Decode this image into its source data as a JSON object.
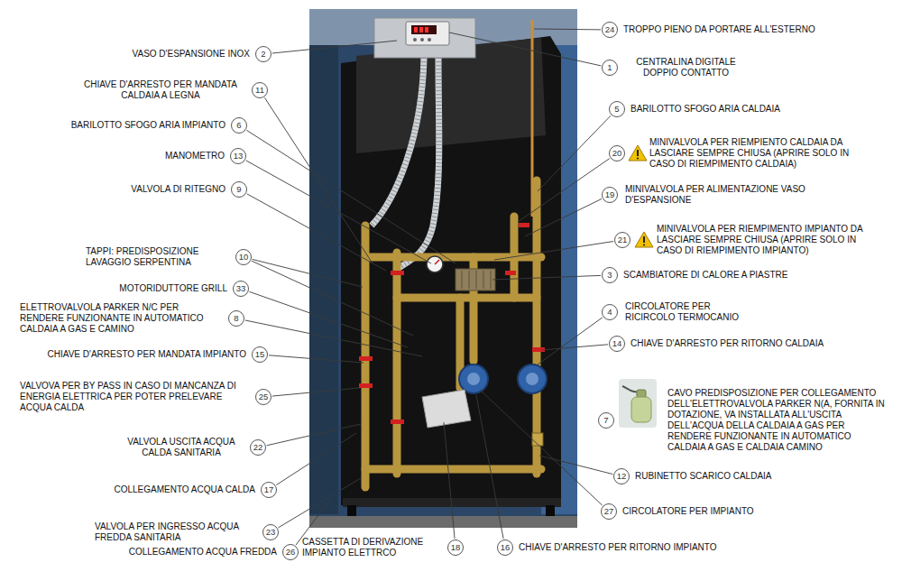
{
  "diagram": {
    "nodes": [
      {
        "text": [
          "24",
          "TROPPO PIENO DA PORTARE ALL'ESTERNO"
        ]
      },
      {
        "text": [
          "VASO D'ESPANSIONE INOX",
          "2"
        ]
      },
      {
        "text": [
          "1",
          "CENTRALINA DIGITALE DOPPIO CONTATTO"
        ]
      },
      {
        "text": [
          "CHIAVE D'ARRESTO PER MANDATA CALDAIA A LEGNA",
          "11"
        ]
      },
      {
        "text": [
          "5",
          "BARILOTTO SFOGO ARIA CALDAIA"
        ]
      },
      {
        "text": [
          "BARILOTTO SFOGO ARIA IMPIANTO",
          "6"
        ]
      },
      {
        "text": [
          "20",
          "MINIVALVOLA PER RIEMPIENTO CALDAIA DA LASCIARE SEMPRE CHIUSA (APRIRE SOLO IN CASO DI RIEMPIMENTO CALDAIA)"
        ]
      },
      {
        "text": [
          "MANOMETRO",
          "13"
        ]
      },
      {
        "text": [
          "VALVOLA DI RITEGNO",
          "9"
        ]
      },
      {
        "text": [
          "19",
          "MINIVALVOLA PER ALIMENTAZIONE VASO D'ESPANSIONE"
        ]
      },
      {
        "text": [
          "21",
          "MINIVALVOLA PER RIEMPIMENTO IMPIANTO DA LASCIARE SEMPRE CHIUSA (APRIRE SOLO IN CASO DI RIEMPIMENTO IMPIANTO)"
        ]
      },
      {
        "text": [
          "TAPPI: PREDISPOSIZIONE LAVAGGIO SERPENTINA",
          "10"
        ]
      },
      {
        "text": [
          "3",
          "SCAMBIATORE DI CALORE A PIASTRE"
        ]
      },
      {
        "text": [
          "MOTORIDUTTORE GRILL",
          "33"
        ]
      },
      {
        "text": [
          "4",
          "CIRCOLATORE PER RICIRCOLO TERMOCANIO"
        ]
      },
      {
        "text": [
          "ELETTROVALVOLA PARKER N/C PER RENDERE FUNZIONANTE IN AUTOMATICO CALDAIA A GAS E CAMINO",
          "8"
        ]
      },
      {
        "text": [
          "14",
          "CHIAVE D'ARRESTO PER RITORNO CALDAIA"
        ]
      },
      {
        "text": [
          "CHIAVE D'ARRESTO PER MANDATA IMPIANTO",
          "15"
        ]
      },
      {
        "text": [
          "VALVOVA PER BY PASS IN CASO DI MANCANZA DI ENERGIA ELETTRICA PER POTER PRELEVARE ACQUA CALDA",
          "25"
        ]
      },
      {
        "text": [
          "7",
          "CAVO PREDISPOSIZIONE PER COLLEGAMENTO DELL'ELETTROVALVOLA PARKER N(A, FORNITA IN DOTAZIONE, VA INSTALLATA ALL'USCITA DELL'ACQUA DELLA CALDAIA A GAS PER RENDERE FUNZIONANTE IN AUTOMATICO CALDAIA A GAS E CALDAIA CAMINO"
        ]
      },
      {
        "text": [
          "VALVOLA USCITA ACQUA CALDA SANITARIA",
          "22"
        ]
      },
      {
        "text": [
          "12",
          "RUBINETTO SCARICO CALDAIA"
        ]
      },
      {
        "text": [
          "COLLEGAMENTO ACQUA CALDA",
          "17"
        ]
      },
      {
        "text": [
          "27",
          "CIRCOLATORE PER IMPIANTO"
        ]
      },
      {
        "text": [
          "VALVOLA PER INGRESSO ACQUA FREDDA SANITARIA",
          "23"
        ]
      },
      {
        "text": [
          "CASSETTA DI DERIVAZIONE IMPIANTO ELETTRCO",
          "18"
        ]
      },
      {
        "text": [
          "16",
          "CHIAVE D'ARRESTO PER RITORNO IMPIANTO"
        ]
      },
      {
        "text": [
          "COLLEGAMENTO ACQUA FREDDA",
          "26"
        ]
      }
    ]
  }
}
